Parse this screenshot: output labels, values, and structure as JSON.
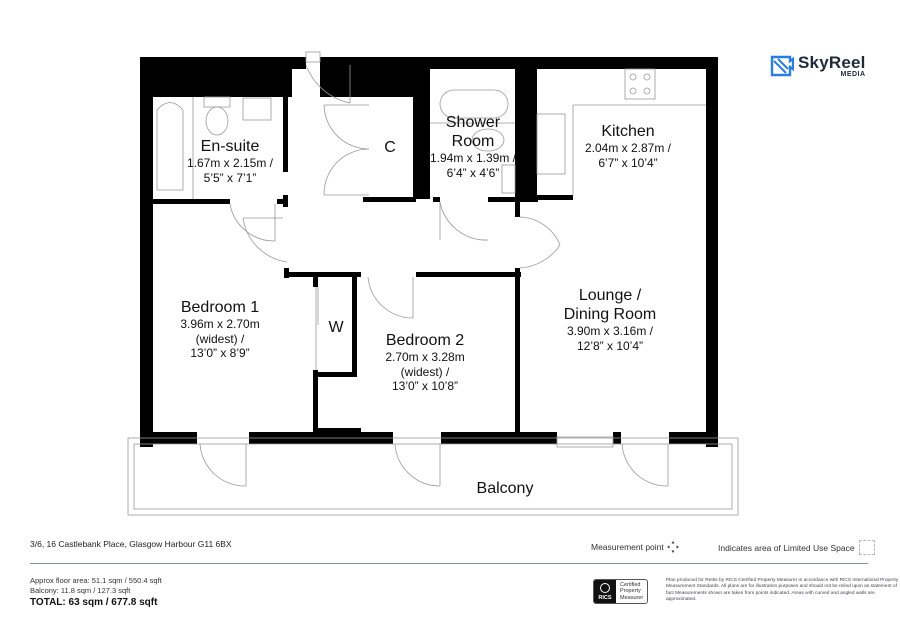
{
  "brand": {
    "name": "SkyReel",
    "sub": "MEDIA",
    "accent": "#2a7de1",
    "text_color": "#1f2b3a"
  },
  "rooms": [
    {
      "id": "en-suite",
      "name": "En-suite",
      "dim_metric": "1.67m x 2.15m /",
      "dim_imperial": "5’5” x 7’1”"
    },
    {
      "id": "cupboard",
      "name": "C"
    },
    {
      "id": "shower-room",
      "name": "Shower",
      "name2": "Room",
      "dim_metric": "1.94m x 1.39m /",
      "dim_imperial": "6’4” x 4’6”"
    },
    {
      "id": "kitchen",
      "name": "Kitchen",
      "dim_metric": "2.04m x 2.87m /",
      "dim_imperial": "6’7” x 10’4”"
    },
    {
      "id": "bedroom-1",
      "name": "Bedroom 1",
      "dim_metric": "3.96m x 2.70m",
      "dim_note": "(widest) /",
      "dim_imperial": "13’0” x 8’9”"
    },
    {
      "id": "wardrobe",
      "name": "W"
    },
    {
      "id": "bedroom-2",
      "name": "Bedroom 2",
      "dim_metric": "2.70m x 3.28m",
      "dim_note": "(widest) /",
      "dim_imperial": "13’0” x 10’8”"
    },
    {
      "id": "lounge",
      "name": "Lounge /",
      "name2": "Dining Room",
      "dim_metric": "3.90m x 3.16m /",
      "dim_imperial": "12’8” x 10’4”"
    },
    {
      "id": "balcony",
      "name": "Balcony"
    }
  ],
  "footer": {
    "address": "3/6, 16 Castlebank Place, Glasgow Harbour G11 6BX",
    "measurement_point_label": "Measurement point",
    "limited_use_label": "Indicates area of  Limited Use Space",
    "floor_area": "Approx floor area: 51.1 sqm / 550.4 sqft",
    "balcony_area": "Balcony: 11.8 sqm / 127.3 sqft",
    "total_area": "TOTAL: 63 sqm / 677.8 sqft",
    "rics_mark": "RICS",
    "rics_line1": "Certified",
    "rics_line2": "Property",
    "rics_line3": "Measurer",
    "disclaimer": "Plan produced for Rettie by RICS Certified Property Measurer in accordance with RICS International Property Measurement Standards. All plans are for illustration purposes and should not be relied upon as statement of fact Measurements shown are taken from points indicated. Areas with curved and angled walls are approximated."
  }
}
